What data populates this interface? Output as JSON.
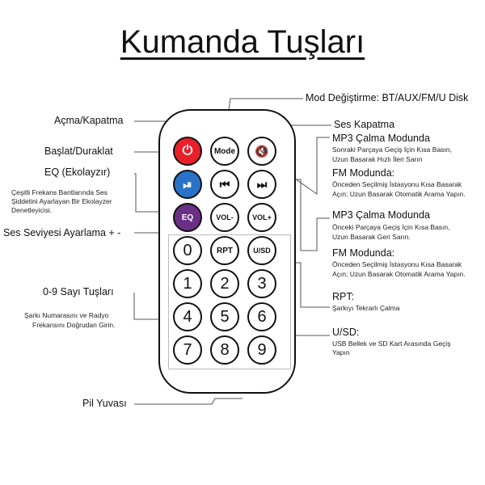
{
  "title": "Kumanda Tuşları",
  "remote": {
    "buttons": {
      "power_symbol": "⏻",
      "mode": "Mode",
      "mute_symbol": "🔇",
      "play_pause_symbol": "⏯",
      "prev_symbol": "⏮",
      "next_symbol": "⏭",
      "eq": "EQ",
      "vol_minus": "VOL-",
      "vol_plus": "VOL+",
      "rpt": "RPT",
      "usd": "U/SD",
      "digits": [
        "0",
        "1",
        "2",
        "3",
        "4",
        "5",
        "6",
        "7",
        "8",
        "9"
      ]
    }
  },
  "labels": {
    "power": "Açma/Kapatma",
    "play_pause": "Başlat/Duraklat",
    "eq_title": "EQ (Ekolayzır)",
    "eq_desc_1": "Çeşitli Frekans Bantlarında Ses",
    "eq_desc_2": "Şiddetini Ayarlayan Bir Ekolayzer",
    "eq_desc_3": "Denetleyicisi.",
    "volume": "Ses Seviyesi Ayarlama + -",
    "digits_title": "0-9 Sayı Tuşları",
    "digits_desc_1": "Şarkı Numarasını ve Radyo",
    "digits_desc_2": "Frekansını Doğrudan Girin.",
    "battery": "Pil Yuvası",
    "mode": "Mod Değiştirme: BT/AUX/FM/U Disk",
    "mute": "Ses Kapatma",
    "next_mp3_title": "MP3 Çalma Modunda",
    "next_mp3_desc_1": "Sonraki Parçaya Geçiş İçin Kısa Basın,",
    "next_mp3_desc_2": "Uzun Basarak Hızlı İleri Sarın",
    "next_fm_title": "FM Modunda:",
    "next_fm_desc_1": "Önceden Seçilmiş İstasyonu Kısa Basarak",
    "next_fm_desc_2": "Açın; Uzun Basarak Otomatik Arama Yapın.",
    "prev_mp3_title": "MP3 Çalma Modunda",
    "prev_mp3_desc_1": "Önceki Parçaya Geçiş İçin Kısa Basın,",
    "prev_mp3_desc_2": "Uzun Basarak Geri Sarın.",
    "prev_fm_title": "FM Modunda:",
    "prev_fm_desc_1": "Önceden Seçilmiş İstasyonu Kısa Basarak",
    "prev_fm_desc_2": "Açın; Uzun Basarak Otomatik Arama Yapın.",
    "rpt_title": "RPT:",
    "rpt_desc": "Şarkıyı Tekrarlı Çalma",
    "usd_title": "U/SD:",
    "usd_desc_1": "USB Bellek ve SD Kart Arasında Geçiş",
    "usd_desc_2": "Yapın"
  }
}
